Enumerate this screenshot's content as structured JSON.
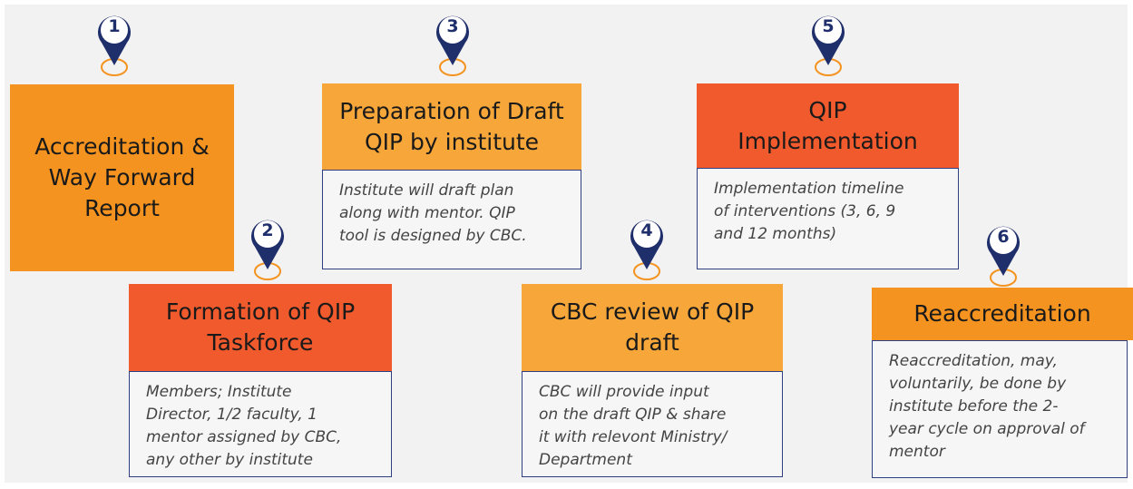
{
  "colors": {
    "pin_fill": "#1f2f6b",
    "pin_ring": "#f4931f",
    "box_light_orange": "#f7a73a",
    "box_orange": "#f4931f",
    "box_red": "#f05a2d",
    "desc_border": "#2e3f82"
  },
  "steps": [
    {
      "number": "1",
      "title": "Accreditation &\nWay Forward\nReport",
      "description": ""
    },
    {
      "number": "2",
      "title": "Formation of QIP\nTaskforce",
      "description": "Members; Institute\nDirector, 1/2 faculty, 1\nmentor assigned by CBC,\nany other by institute"
    },
    {
      "number": "3",
      "title": "Preparation of Draft\nQIP by institute",
      "description": "Institute will draft plan\nalong with mentor. QIP\ntool is designed by CBC."
    },
    {
      "number": "4",
      "title": "CBC review of QIP\ndraft",
      "description": "CBC will provide input\non the draft QIP & share\nit with relevont Ministry/\nDepartment"
    },
    {
      "number": "5",
      "title": "QIP\nImplementation",
      "description": "Implementation timeline\nof interventions (3, 6, 9\nand 12 months)"
    },
    {
      "number": "6",
      "title": "Reaccreditation",
      "description": "Reaccreditation, may,\nvoluntarily, be done by\ninstitute before the 2-\nyear cycle on approval of\nmentor"
    }
  ]
}
